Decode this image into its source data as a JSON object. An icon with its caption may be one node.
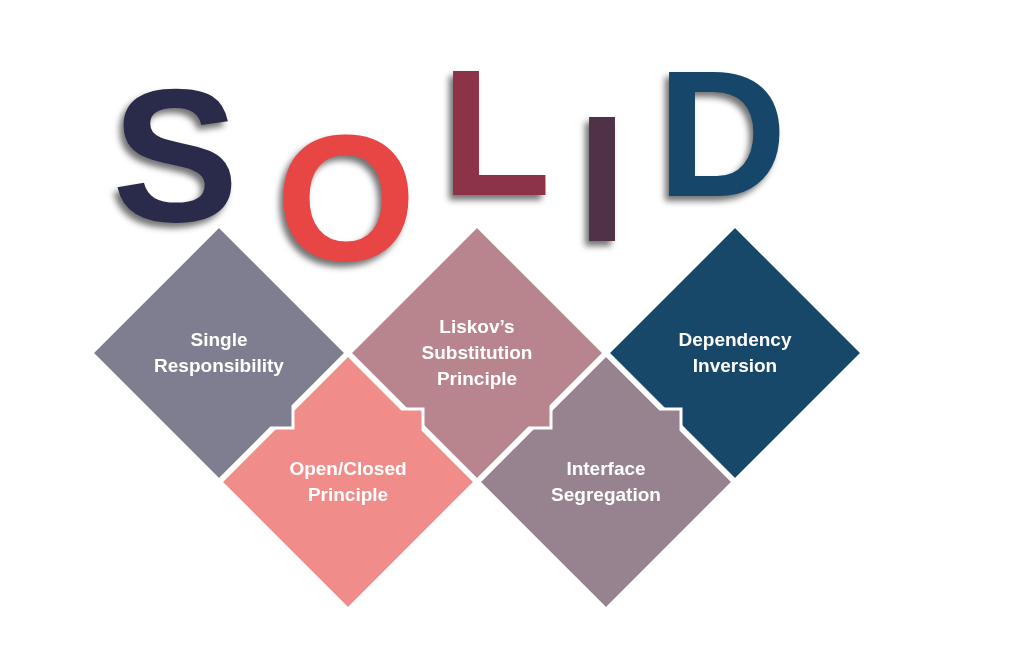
{
  "diagram": {
    "nodes": [
      {
        "text": [
          "Single Responsibility"
        ]
      },
      {
        "text": [
          "Open/Closed Principle"
        ]
      },
      {
        "text": [
          "Liskov’s Substitution Principle"
        ]
      },
      {
        "text": [
          "Interface Segregation"
        ]
      },
      {
        "text": [
          "Dependency Inversion"
        ]
      }
    ],
    "labels": [
      "S",
      "O",
      "L",
      "I",
      "D"
    ]
  }
}
